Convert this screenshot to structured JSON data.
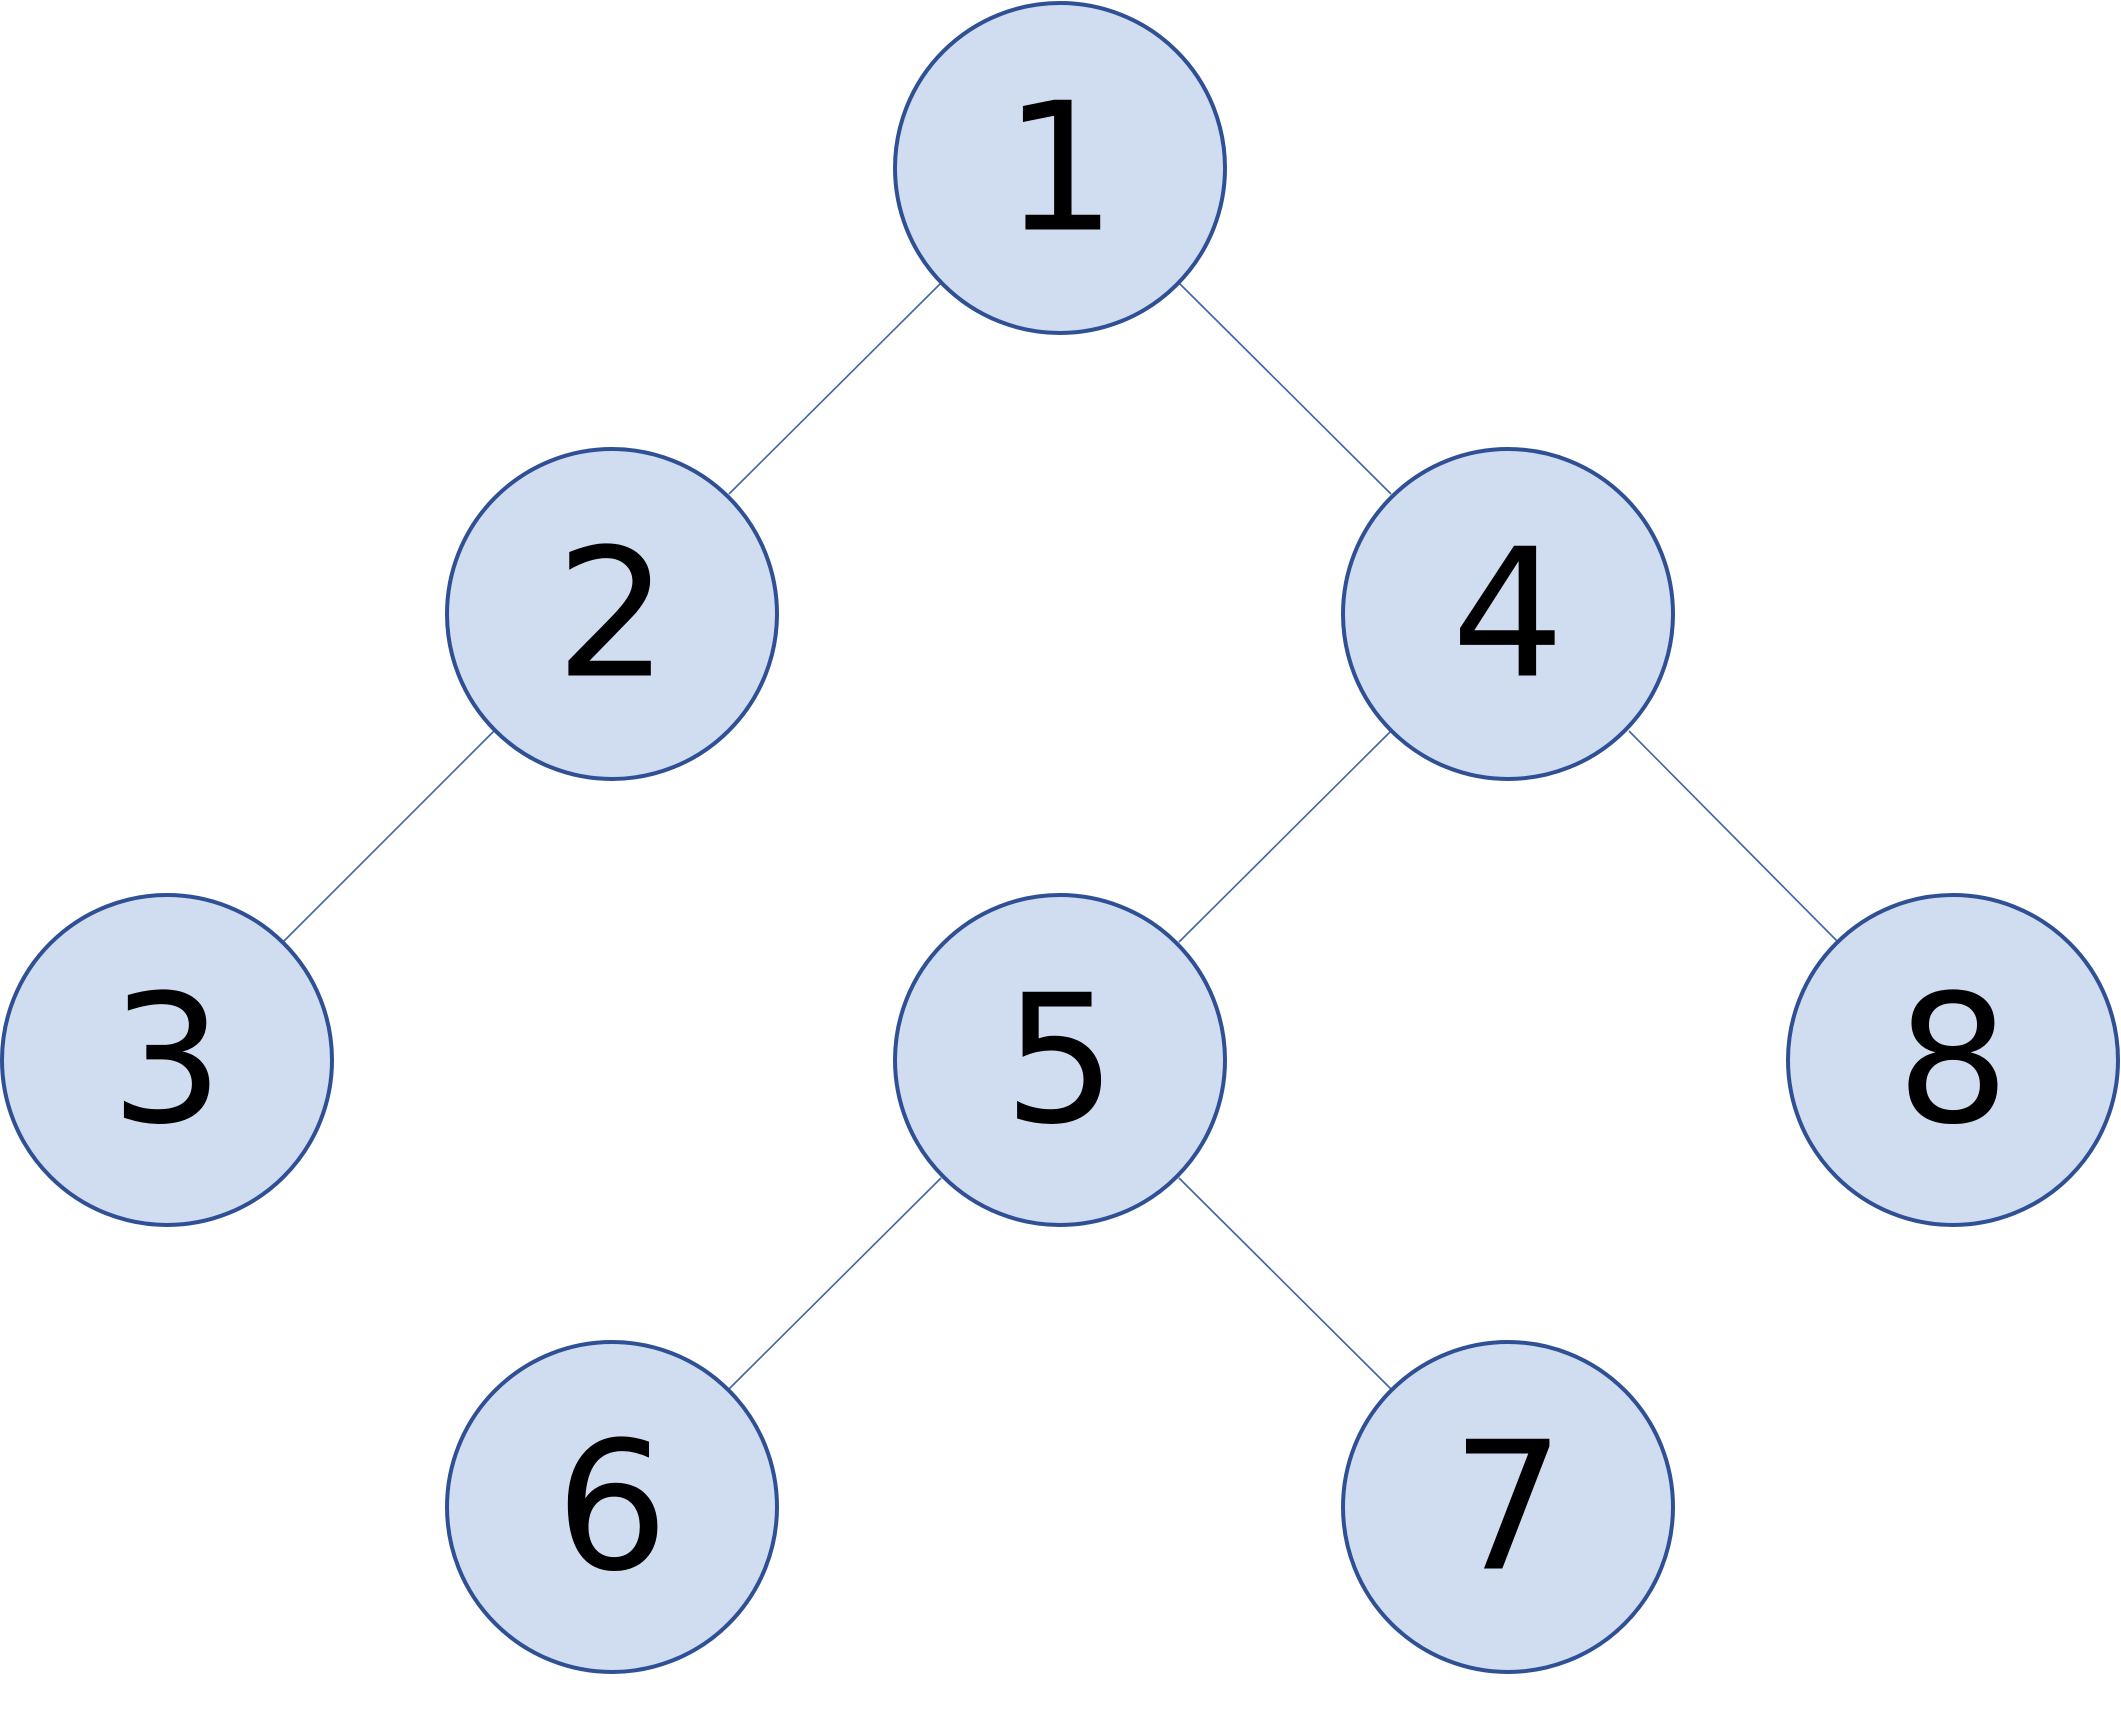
{
  "diagram": {
    "type": "binary-tree",
    "colors": {
      "node_fill": "#d0ddf0",
      "node_stroke": "#2f5094",
      "edge": "#3f63a8",
      "label": "#000000",
      "background": "#ffffff"
    },
    "nodes": [
      {
        "id": "n1",
        "label": "1"
      },
      {
        "id": "n2",
        "label": "2"
      },
      {
        "id": "n4",
        "label": "4"
      },
      {
        "id": "n3",
        "label": "3"
      },
      {
        "id": "n5",
        "label": "5"
      },
      {
        "id": "n8",
        "label": "8"
      },
      {
        "id": "n6",
        "label": "6"
      },
      {
        "id": "n7",
        "label": "7"
      }
    ],
    "edges": [
      {
        "from": "n1",
        "to": "n2"
      },
      {
        "from": "n1",
        "to": "n4"
      },
      {
        "from": "n2",
        "to": "n3"
      },
      {
        "from": "n4",
        "to": "n5"
      },
      {
        "from": "n4",
        "to": "n8"
      },
      {
        "from": "n5",
        "to": "n6"
      },
      {
        "from": "n5",
        "to": "n7"
      }
    ]
  }
}
